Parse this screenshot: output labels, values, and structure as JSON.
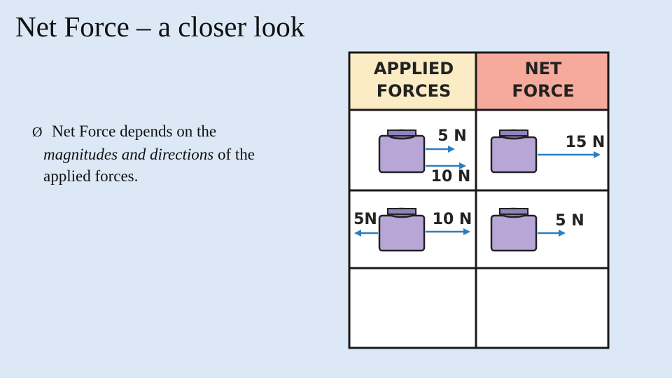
{
  "slide": {
    "title": "Net Force – a closer look",
    "bullet_marker": "Ø",
    "bullet": {
      "lead": "Net Force depends on the",
      "italic": "magnitudes and directions",
      "tail_1": " of the",
      "tail_2": "applied forces."
    }
  },
  "figure": {
    "headers": {
      "applied_line1": "APPLIED",
      "applied_line2": "FORCES",
      "net_line1": "NET",
      "net_line2": "FORCE"
    },
    "row1": {
      "applied_top": "5 N",
      "applied_bottom": "10 N",
      "net": "15 N"
    },
    "row2": {
      "applied_left": "5N",
      "applied_right": "10 N",
      "net": "5 N"
    },
    "colors": {
      "applied_header": "#fbecc6",
      "net_header": "#f6aa9c",
      "block": "#b8a6d6",
      "block_top": "#8f84be",
      "arrow": "#2a7fc0",
      "grid": "#1a1a1a"
    }
  }
}
